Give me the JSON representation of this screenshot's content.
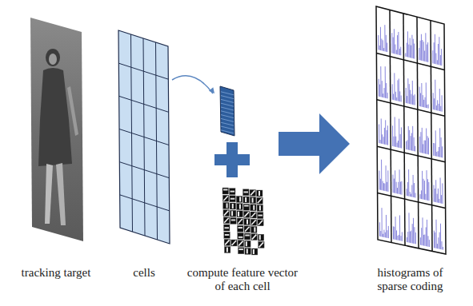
{
  "diagram": {
    "nodes": [
      {
        "text": [
          "tracking target"
        ]
      },
      {
        "text": [
          "cells"
        ]
      },
      {
        "text": [
          "compute feature vector of each cell"
        ]
      },
      {
        "text": [
          "histograms of sparse coding"
        ]
      }
    ],
    "edges": [
      {
        "from": 1,
        "to": 2,
        "arrow": "to"
      },
      {
        "from": 2,
        "to": 3,
        "arrow": "to"
      }
    ]
  }
}
